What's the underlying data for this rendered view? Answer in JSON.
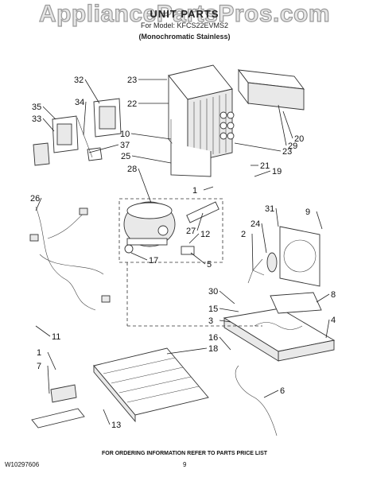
{
  "watermark": "AppliancePartsPros.com",
  "header": {
    "title": "UNIT PARTS",
    "model": "For Model: KFCS22EVMS2",
    "finish": "(Monochromatic Stainless)"
  },
  "callouts": [
    "23",
    "22",
    "32",
    "34",
    "35",
    "33",
    "10",
    "37",
    "28",
    "25",
    "26",
    "1",
    "21",
    "19",
    "20",
    "29",
    "23",
    "9",
    "31",
    "24",
    "2",
    "27",
    "12",
    "17",
    "5",
    "30",
    "15",
    "3",
    "8",
    "4",
    "11",
    "1",
    "7",
    "16",
    "18",
    "6",
    "13"
  ],
  "footer": {
    "note": "FOR ORDERING INFORMATION REFER TO PARTS PRICE LIST",
    "doc_number": "W10297606",
    "page_number": "9"
  }
}
